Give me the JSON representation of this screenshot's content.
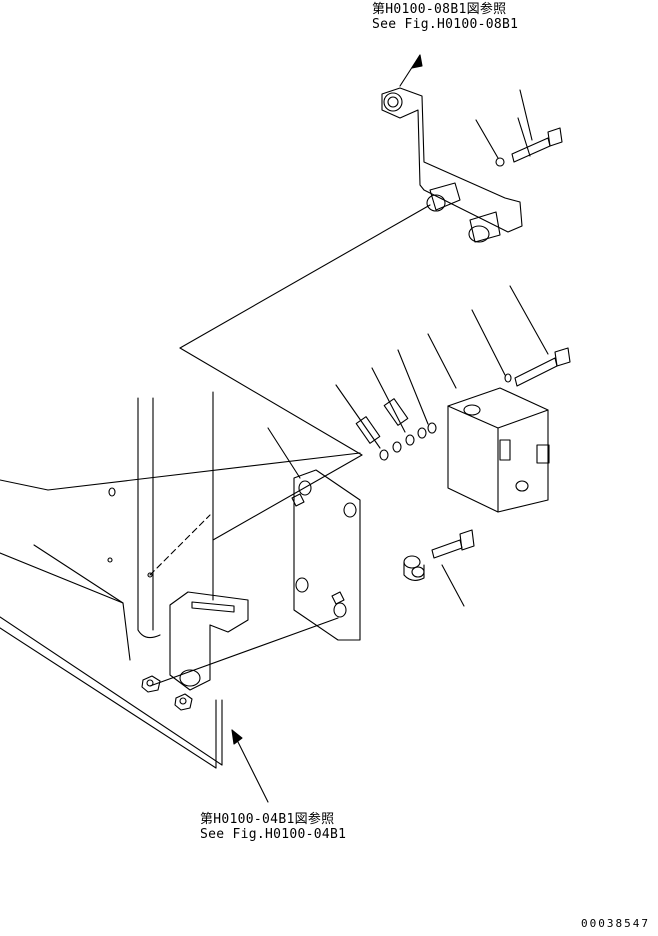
{
  "references": {
    "top": {
      "line_jp": "第H0100-08B1図参照",
      "line_en": "See Fig.H0100-08B1"
    },
    "bottom": {
      "line_jp": "第H0100-04B1図参照",
      "line_en": "See Fig.H0100-04B1"
    }
  },
  "document_number": "00038547"
}
